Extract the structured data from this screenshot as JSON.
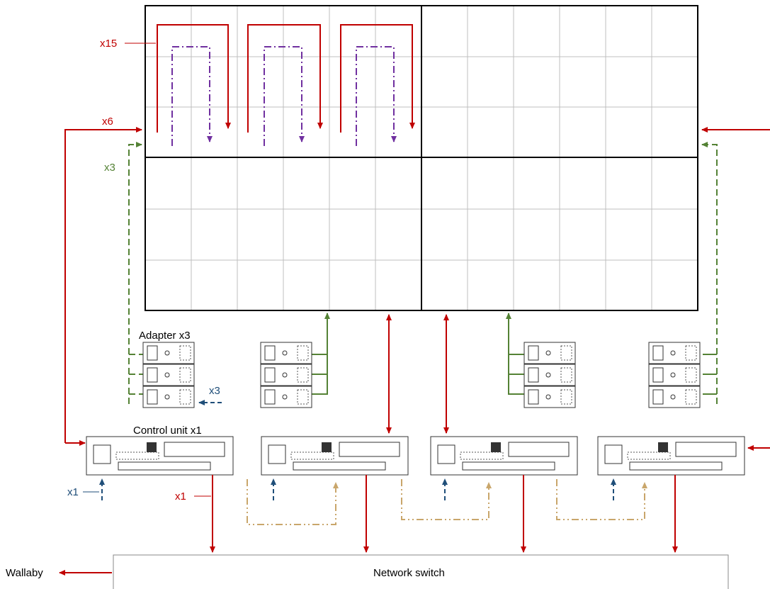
{
  "labels": {
    "x15": "x15",
    "x6": "x6",
    "x3_green": "x3",
    "adapter": "Adapter x3",
    "x3_blue": "x3",
    "control_unit": "Control unit x1",
    "x1_blue": "x1",
    "x1_red": "x1",
    "wallaby": "Wallaby",
    "network_switch": "Network switch"
  },
  "colors": {
    "red": "#c00000",
    "purple": "#7030a0",
    "green": "#548235",
    "blue": "#1f4e79",
    "tan": "#c9a66b",
    "grid": "#bfbfbf",
    "border": "#000000"
  }
}
